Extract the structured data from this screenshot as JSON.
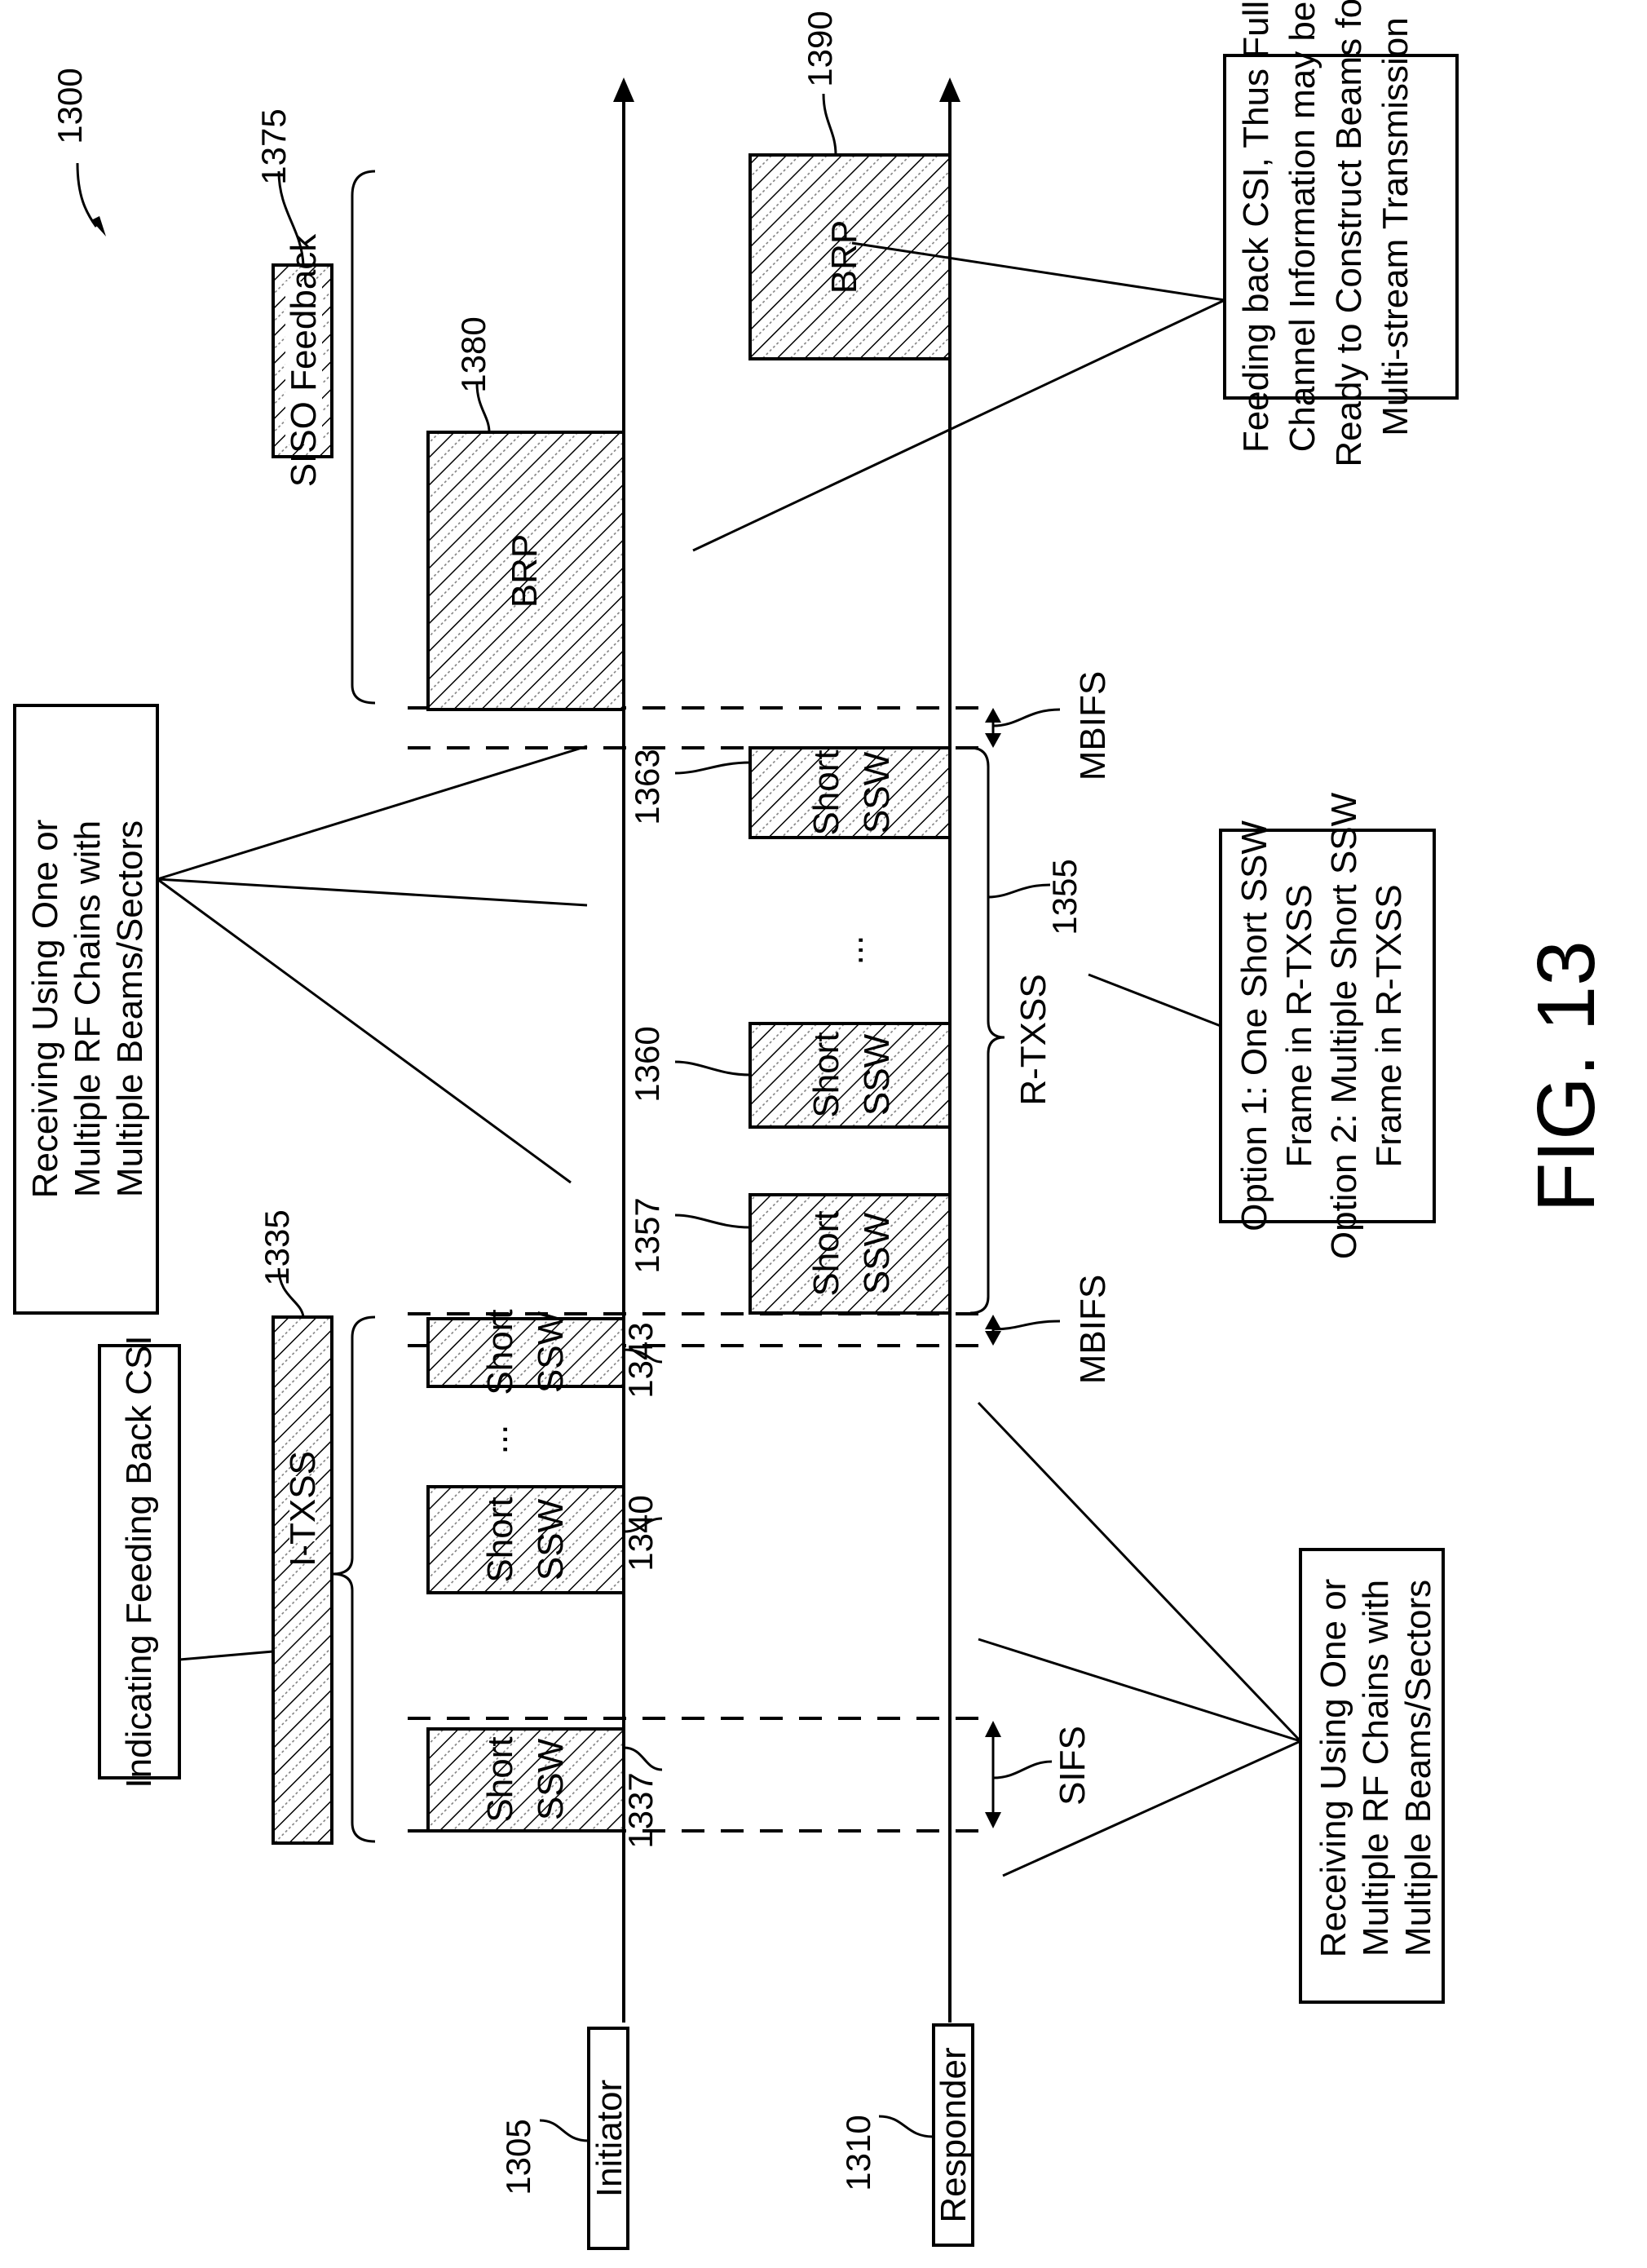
{
  "figure": {
    "title": "FIG. 13",
    "reference": "1300"
  },
  "entities": {
    "initiator": {
      "label": "Initiator",
      "ref": "1305"
    },
    "responder": {
      "label": "Responder",
      "ref": "1310"
    }
  },
  "initiator_frames": [
    {
      "label_line1": "Short",
      "label_line2": "SSW",
      "ref": "1337"
    },
    {
      "label_line1": "Short",
      "label_line2": "SSW",
      "ref": "1340"
    },
    {
      "label_line1": "Short",
      "label_line2": "SSW",
      "ref": "1343"
    },
    {
      "label_line1": "BRP",
      "label_line2": "",
      "ref": "1380"
    }
  ],
  "responder_frames": [
    {
      "label_line1": "Short",
      "label_line2": "SSW",
      "ref": "1357"
    },
    {
      "label_line1": "Short",
      "label_line2": "SSW",
      "ref": "1360"
    },
    {
      "label_line1": "Short",
      "label_line2": "SSW",
      "ref": "1363"
    },
    {
      "label_line1": "BRP",
      "label_line2": "",
      "ref": "1390"
    }
  ],
  "ellipsis": "...",
  "phases": {
    "itxss": {
      "label": "I-TXSS",
      "ref": "1335"
    },
    "rtxss": {
      "label": "R-TXSS",
      "ref": "1355"
    },
    "siso": {
      "label": "SISO Feedback",
      "ref": "1375"
    }
  },
  "intervals": {
    "sifs": "SIFS",
    "mbifs_1": "MBIFS",
    "mbifs_2": "MBIFS"
  },
  "notes": {
    "indicating": [
      "Indicating Feeding Back CSI"
    ],
    "recv_initiator": [
      "Receiving Using One or",
      "Multiple RF Chains with",
      "Multiple Beams/Sectors"
    ],
    "recv_responder": [
      "Receiving Using One or",
      "Multiple RF Chains with",
      "Multiple Beams/Sectors"
    ],
    "options": [
      "Option 1: One Short SSW",
      "Frame in R-TXSS",
      "Option 2: Multiple Short SSW",
      "Frame in R-TXSS"
    ],
    "feedback": [
      "Feeding back CSI, Thus Full",
      "Channel Information may be",
      "Ready to Construct Beams for",
      "Multi-stream Transmission"
    ]
  }
}
